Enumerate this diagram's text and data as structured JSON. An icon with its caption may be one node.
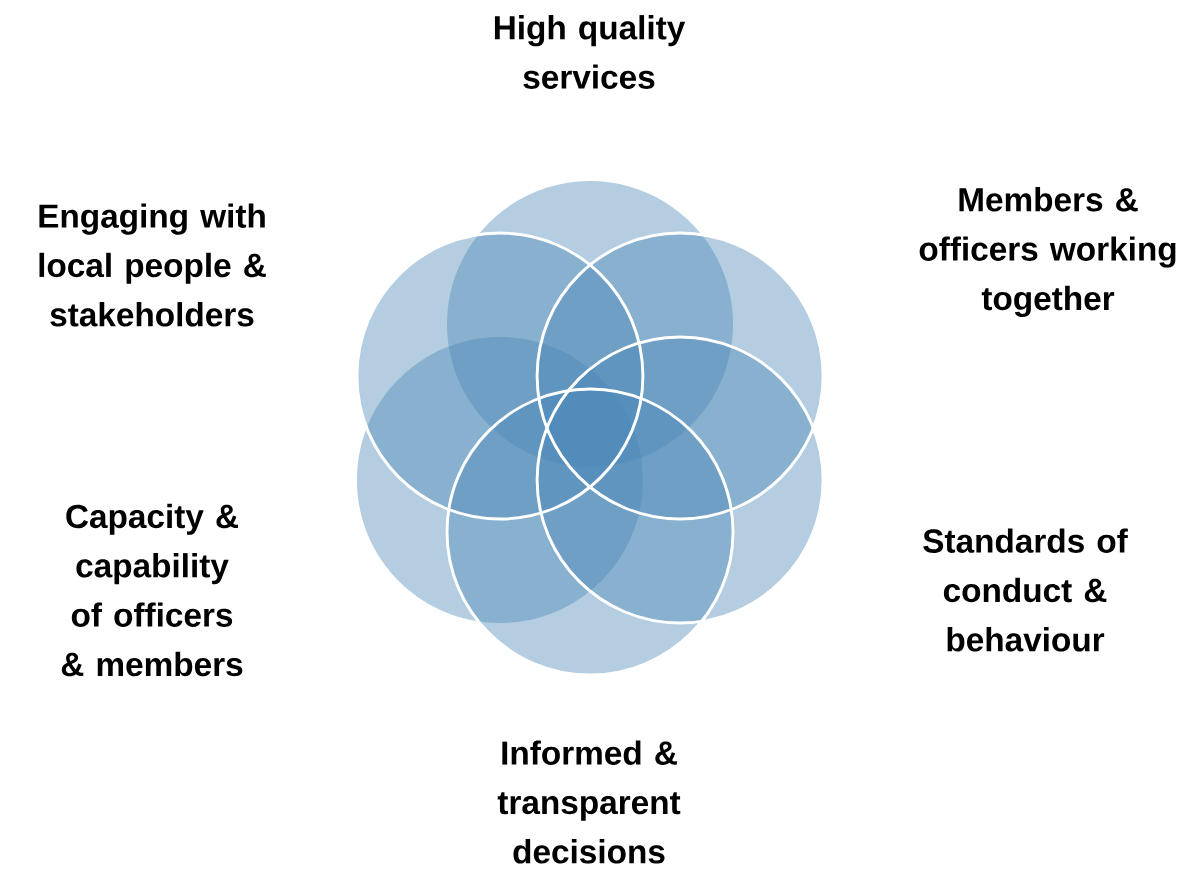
{
  "diagram": {
    "labels": [
      "High quality services",
      "Engaging with local people & stakeholders",
      "Members & officers working together",
      "Capacity & capability of officers & members",
      "Standards of conduct & behaviour",
      "Informed & transparent decisions"
    ]
  }
}
